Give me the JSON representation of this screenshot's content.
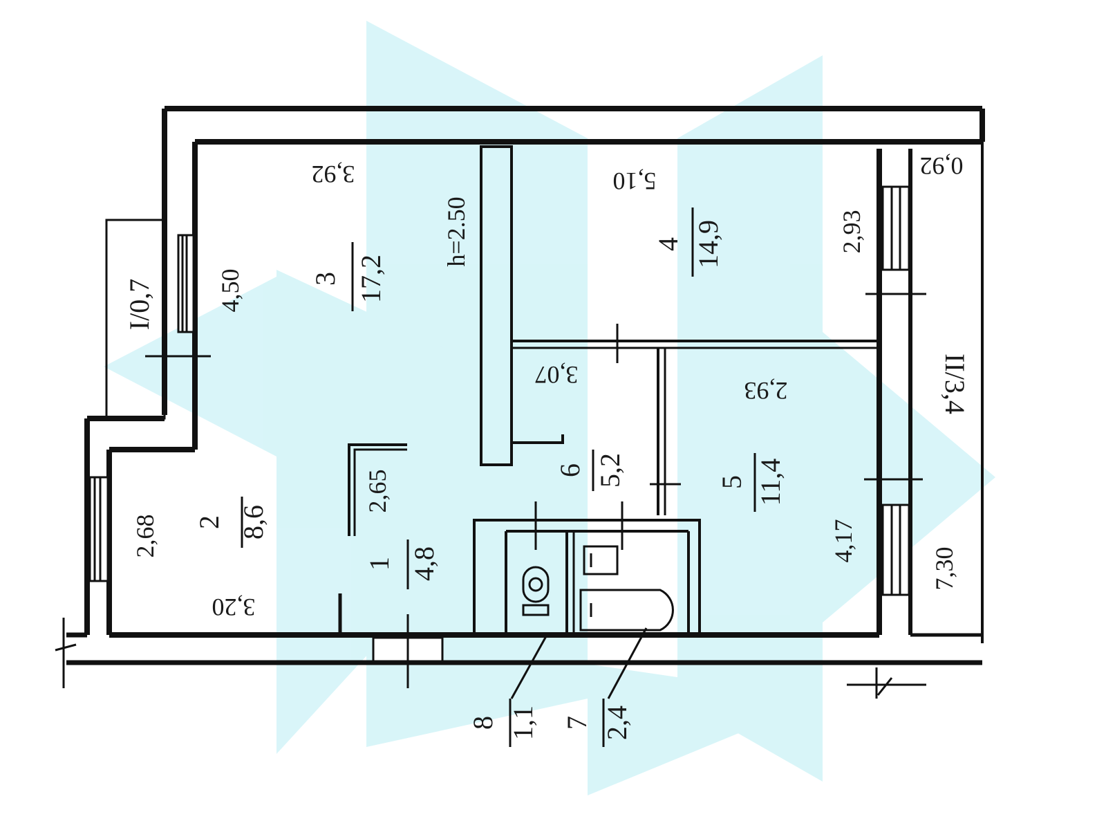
{
  "rooms": [
    {
      "number": "1",
      "area": "4,8"
    },
    {
      "number": "2",
      "area": "8,6"
    },
    {
      "number": "3",
      "area": "17,2"
    },
    {
      "number": "4",
      "area": "14,9"
    },
    {
      "number": "5",
      "area": "11,4"
    },
    {
      "number": "6",
      "area": "5,2"
    },
    {
      "number": "7",
      "area": "2,4"
    },
    {
      "number": "8",
      "area": "1,1"
    }
  ],
  "balconies": [
    {
      "number": "I",
      "area": "0,7"
    },
    {
      "number": "II",
      "area": "3,4"
    }
  ],
  "dimensions": {
    "room3_width": "3,92",
    "room4_width": "5,10",
    "balcony2_width": "0,92",
    "room3_height": "4,50",
    "ceiling_height": "h=2.50",
    "room4_height": "2,93",
    "hall_width": "3,07",
    "room5_width": "2,93",
    "hall_length": "2,65",
    "room2_height": "2,68",
    "room2_width": "3,20",
    "room5_height": "4,17",
    "balcony2_length": "7,30"
  },
  "colors": {
    "wall": "#111111",
    "watermark": "#bfeff5"
  }
}
